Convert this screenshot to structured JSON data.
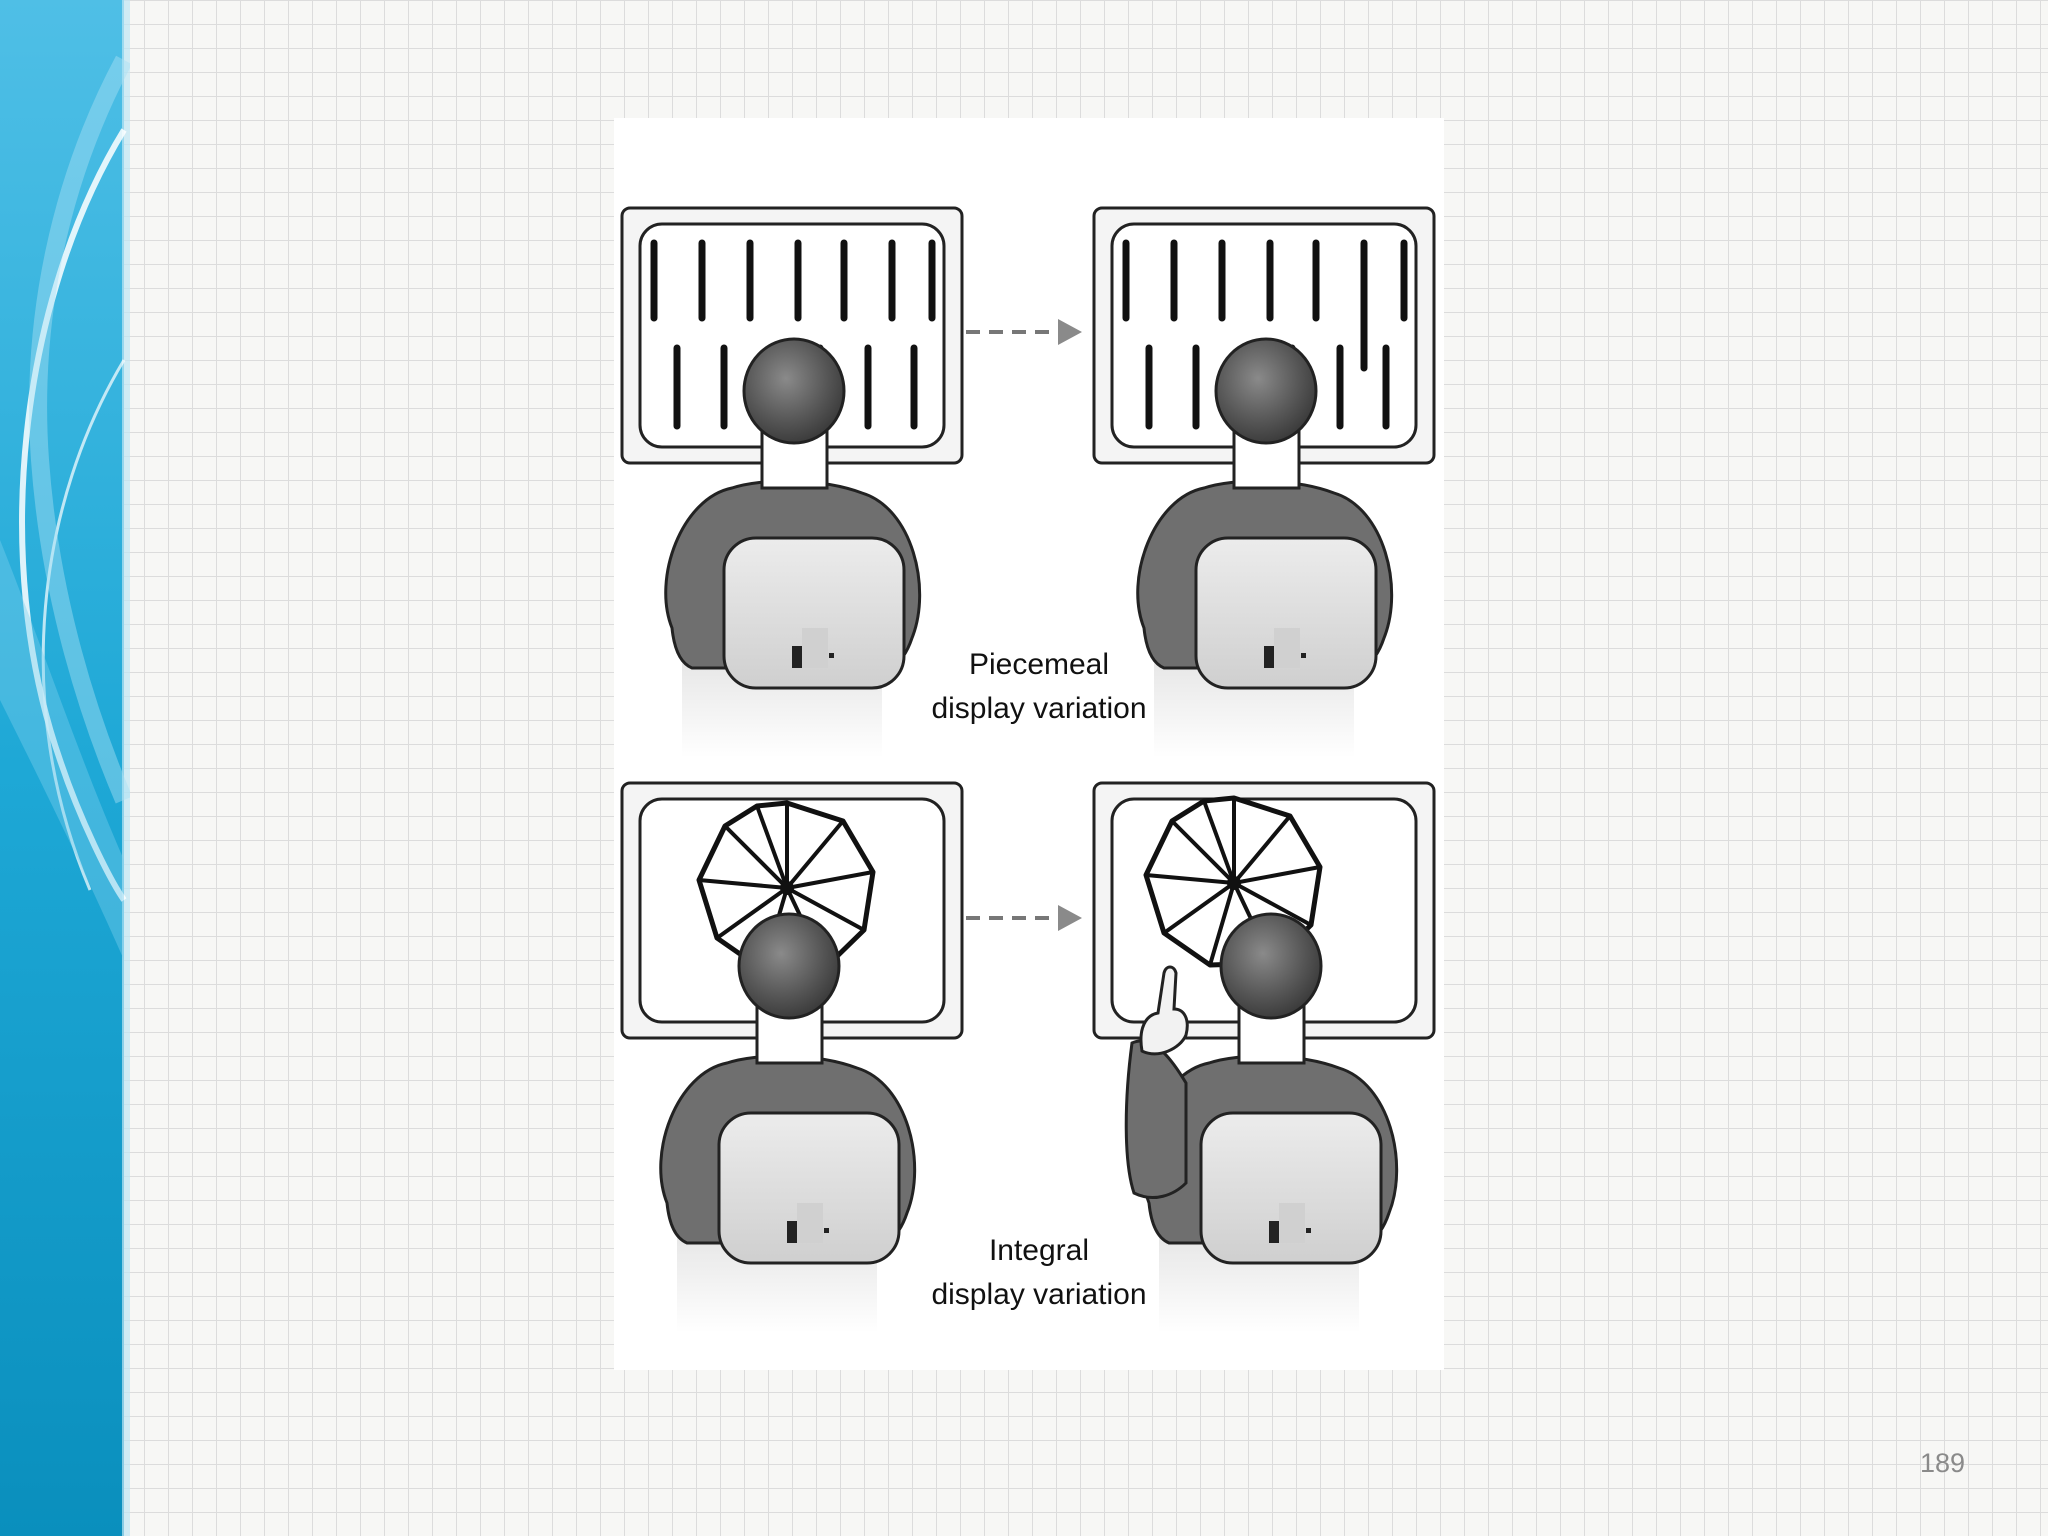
{
  "slide": {
    "page_number": "189",
    "accent": "#1aa7d6",
    "accent_dark": "#0e86b0"
  },
  "figure": {
    "top_caption": {
      "line1": "Piecemeal",
      "line2": "display variation"
    },
    "bottom_caption": {
      "line1": "Integral",
      "line2": "display variation"
    }
  }
}
